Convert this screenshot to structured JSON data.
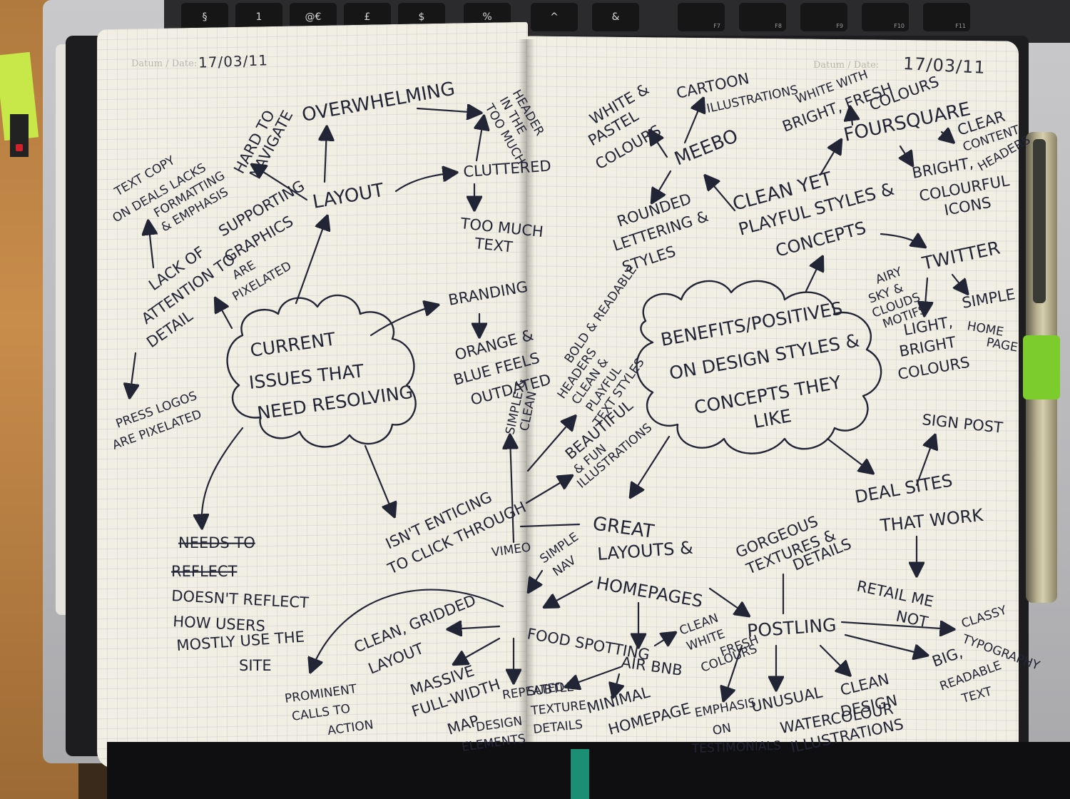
{
  "keyboard": {
    "keys": [
      "§",
      "1",
      "@€",
      "£",
      "$",
      "%",
      "^",
      "&",
      "",
      "",
      "",
      "",
      ""
    ],
    "fn_labels": [
      "F7",
      "F8",
      "F9",
      "F10",
      "F11"
    ]
  },
  "left_page": {
    "date_label": "Datum / Date:",
    "date": "17/03/11",
    "center": [
      "CURRENT",
      "ISSUES THAT",
      "NEED RESOLVING"
    ],
    "nodes": {
      "layout": "LAYOUT",
      "overwhelming": "OVERWHELMING",
      "hard_to_navigate": [
        "HARD TO",
        "NAVIGATE"
      ],
      "too_much_header": [
        "TOO MUCH",
        "IN THE",
        "HEADER"
      ],
      "cluttered": "CLUTTERED",
      "too_much_text": [
        "TOO MUCH",
        "TEXT"
      ],
      "text_copy": [
        "TEXT COPY",
        "ON DEALS LACKS",
        "FORMATTING",
        "& EMPHASIS"
      ],
      "lack_of_attention": [
        "LACK OF",
        "ATTENTION TO",
        "DETAIL"
      ],
      "supporting_graphics": [
        "SUPPORTING",
        "GRAPHICS",
        "ARE",
        "PIXELATED"
      ],
      "branding": "BRANDING",
      "orange_blue": [
        "ORANGE &",
        "BLUE FEELS",
        "OUTDATED"
      ],
      "press_logos": [
        "PRESS LOGOS",
        "ARE PIXELATED"
      ],
      "isnt_enticing": [
        "ISN'T ENTICING",
        "TO CLICK THROUGH"
      ],
      "needs_to": "NEEDS TO",
      "reflect_struck": "REFLECT",
      "doesnt_reflect": [
        "DOESN'T REFLECT",
        "HOW USERS",
        "MOSTLY USE THE",
        "SITE"
      ],
      "clean_gridded": [
        "CLEAN, GRIDDED",
        "LAYOUT"
      ],
      "prominent": [
        "PROMINENT",
        "CALLS TO",
        "ACTION"
      ],
      "massive_map": [
        "MASSIVE",
        "FULL-WIDTH",
        "MAP"
      ],
      "repeated": [
        "REPEATED",
        "DESIGN",
        "ELEMENTS"
      ],
      "food_spotting": "FOOD SPOTTING",
      "vimeo": "VIMEO",
      "simple_clean": [
        "SIMPLE &",
        "CLEAN"
      ]
    }
  },
  "right_page": {
    "date_label": "Datum / Date:",
    "date": "17/03/11",
    "center": [
      "BENEFITS/POSITIVES",
      "ON DESIGN STYLES &",
      "CONCEPTS THEY",
      "LIKE"
    ],
    "nodes": {
      "white_pastel": [
        "WHITE &",
        "PASTEL",
        "COLOURS"
      ],
      "cartoon": [
        "CARTOON",
        "ILLUSTRATIONS"
      ],
      "meebo": "MEEBO",
      "rounded_lettering": [
        "ROUNDED",
        "LETTERING &",
        "STYLES"
      ],
      "white_bright": [
        "WHITE WITH",
        "BRIGHT, FRESH",
        "COLOURS"
      ],
      "foursquare": "FOURSQUARE",
      "clear_content": [
        "CLEAR",
        "CONTENT",
        "HEADERS"
      ],
      "bright_icons": [
        "BRIGHT,",
        "COLOURFUL",
        "ICONS"
      ],
      "clean_yet_playful": [
        "CLEAN YET",
        "PLAYFUL STYLES &",
        "CONCEPTS"
      ],
      "twitter": "TWITTER",
      "airy_clouds": [
        "AIRY",
        "SKY &",
        "CLOUDS",
        "MOTIFS"
      ],
      "light_bright": [
        "LIGHT,",
        "BRIGHT",
        "COLOURS"
      ],
      "simple_home": [
        "SIMPLE",
        "HOME",
        "PAGE"
      ],
      "sign_post": "SIGN POST",
      "deal_sites": [
        "DEAL SITES",
        "THAT WORK"
      ],
      "retail_me_not": [
        "RETAIL ME",
        "NOT"
      ],
      "bold_readable": [
        "BOLD & READABLE",
        "HEADERS"
      ],
      "clean_playful_text": [
        "CLEAN &",
        "PLAYFUL",
        "TEXT STYLES"
      ],
      "beautiful_fun": [
        "BEAUTIFUL",
        "& FUN",
        "ILLUSTRATIONS"
      ],
      "great_layouts": [
        "GREAT",
        "LAYOUTS &",
        "HOMEPAGES"
      ],
      "simple_nav": [
        "SIMPLE",
        "NAV"
      ],
      "gorgeous_textures": [
        "GORGEOUS",
        "TEXTURES &",
        "DETAILS"
      ],
      "postling": "POSTLING",
      "air_bnb": "AIR BNB",
      "clean_white": [
        "CLEAN",
        "WHITE",
        "FRESH",
        "COLOURS"
      ],
      "classy_typography": [
        "CLASSY",
        "TYPOGRAPHY"
      ],
      "big_readable": [
        "BIG,",
        "READABLE",
        "TEXT"
      ],
      "subtle_texture": [
        "SUBTLE",
        "TEXTURE",
        "DETAILS"
      ],
      "minimal_homepage": [
        "MINIMAL",
        "HOMEPAGE"
      ],
      "emphasis_testimonials": [
        "EMPHASIS",
        "ON",
        "TESTIMONIALS"
      ],
      "unusual_watercolour": [
        "UNUSUAL",
        "WATERCOLOUR"
      ],
      "clean_design": [
        "CLEAN",
        "DESIGN"
      ],
      "illustrations": "ILLUSTRATIONS"
    }
  }
}
